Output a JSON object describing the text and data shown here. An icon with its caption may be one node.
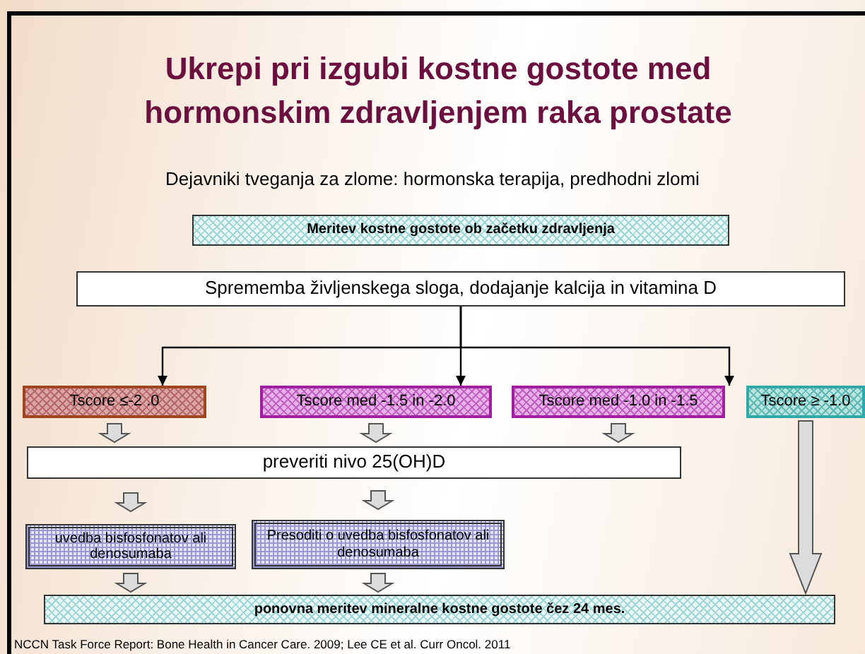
{
  "diagram": {
    "title": "Ukrepi pri  izgubi kostne gostote med hormonskim zdravljenjem raka prostate",
    "nodes": [
      {
        "text": [
          "Meritev kostne gostote ob začetku zdravljenja"
        ]
      },
      {
        "text": [
          "Sprememba življenskega sloga, dodajanje kalcija in vitamina D"
        ]
      },
      {
        "text": [
          "Tscore ≤-2 .0"
        ]
      },
      {
        "text": [
          "Tscore  med  -1.5 in -2.0"
        ]
      },
      {
        "text": [
          "Tscore  med  -1.0 in -1.5"
        ]
      },
      {
        "text": [
          "Tscore ≥ -1.0"
        ]
      },
      {
        "text": [
          "preveriti nivo 25(OH)D"
        ]
      },
      {
        "text": [
          "uvedba bisfosfonatov ali denosumaba"
        ]
      },
      {
        "text": [
          "Presoditi  o uvedba bisfosfonatov ali denosumaba"
        ]
      },
      {
        "text": [
          "ponovna meritev  mineralne kostne gostote čez 24 mes."
        ]
      }
    ],
    "edges": [
      {
        "from": 1,
        "to": 2,
        "arrow": "to"
      },
      {
        "from": 1,
        "to": 3,
        "arrow": "to"
      },
      {
        "from": 1,
        "to": 4,
        "arrow": "to"
      },
      {
        "from": 2,
        "to": 6,
        "arrow": "to",
        "style": "thick"
      },
      {
        "from": 3,
        "to": 6,
        "arrow": "to",
        "style": "thick"
      },
      {
        "from": 4,
        "to": 6,
        "arrow": "to",
        "style": "thick"
      },
      {
        "from": 5,
        "to": 9,
        "arrow": "to",
        "style": "thick"
      },
      {
        "from": 6,
        "to": 7,
        "arrow": "to",
        "style": "thick"
      },
      {
        "from": 6,
        "to": 8,
        "arrow": "to",
        "style": "thick"
      },
      {
        "from": 7,
        "to": 9,
        "arrow": "to",
        "style": "thick"
      },
      {
        "from": 8,
        "to": 9,
        "arrow": "to",
        "style": "thick"
      }
    ],
    "labels": [
      "Dejavniki tveganja za zlome: hormonska terapija, predhodni zlomi",
      "NCCN Task Force Report: Bone Health in Cancer Care. 2009; Lee CE et al. Curr Oncol. 2011"
    ]
  }
}
